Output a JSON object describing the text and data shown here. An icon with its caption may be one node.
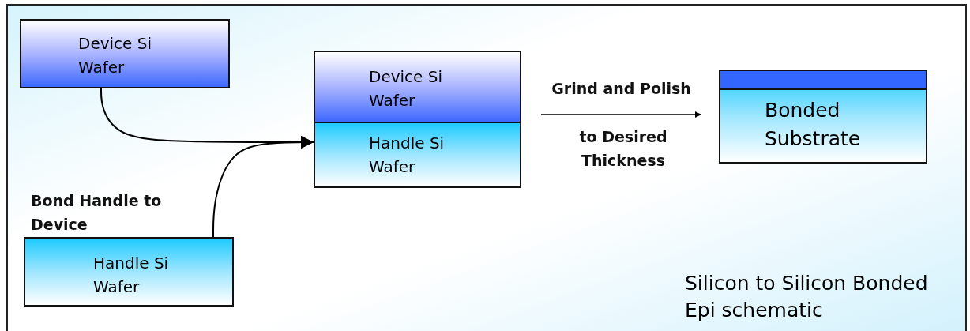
{
  "diagram": {
    "caption": "Silicon to Silicon Bonded Epi schematic",
    "nodes": [
      {
        "text": [
          "Device Si Wafer"
        ]
      },
      {
        "text": [
          "Handle Si Wafer"
        ]
      },
      {
        "text": [],
        "shape": "box"
      },
      {
        "text": [
          "Device Si Wafer"
        ],
        "in": 2
      },
      {
        "text": [
          "Handle Si Wafer"
        ],
        "in": 2
      },
      {
        "text": [
          "Bonded Substrate"
        ]
      },
      {
        "text": [],
        "shape": "bar",
        "in": 5
      }
    ],
    "edges": [
      {
        "from": 0,
        "to": 2,
        "arrow": "to"
      },
      {
        "from": 1,
        "to": 2,
        "arrow": "to"
      },
      {
        "from": 2,
        "to": 5,
        "arrow": "to",
        "label": "Grind and Polish"
      }
    ],
    "labels": [
      "Bond Handle to Device",
      "to Desired Thickness"
    ]
  }
}
